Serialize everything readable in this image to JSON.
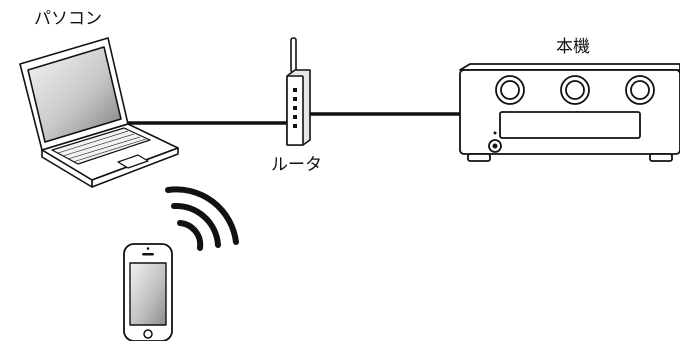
{
  "labels": {
    "pc": "パソコン",
    "router": "ルータ",
    "unit": "本機"
  },
  "devices": [
    {
      "id": "pc",
      "icon": "laptop-icon"
    },
    {
      "id": "router",
      "icon": "router-icon"
    },
    {
      "id": "unit",
      "icon": "av-receiver-icon"
    },
    {
      "id": "smartphone",
      "icon": "smartphone-icon"
    }
  ],
  "connections": [
    {
      "from": "pc",
      "to": "router",
      "type": "wired"
    },
    {
      "from": "router",
      "to": "unit",
      "type": "wired"
    },
    {
      "from": "smartphone",
      "to": "router",
      "type": "wireless"
    }
  ],
  "colors": {
    "line": "#111111",
    "screen_light": "#ececec",
    "screen_dark": "#8a8a8a",
    "body": "#ffffff"
  }
}
